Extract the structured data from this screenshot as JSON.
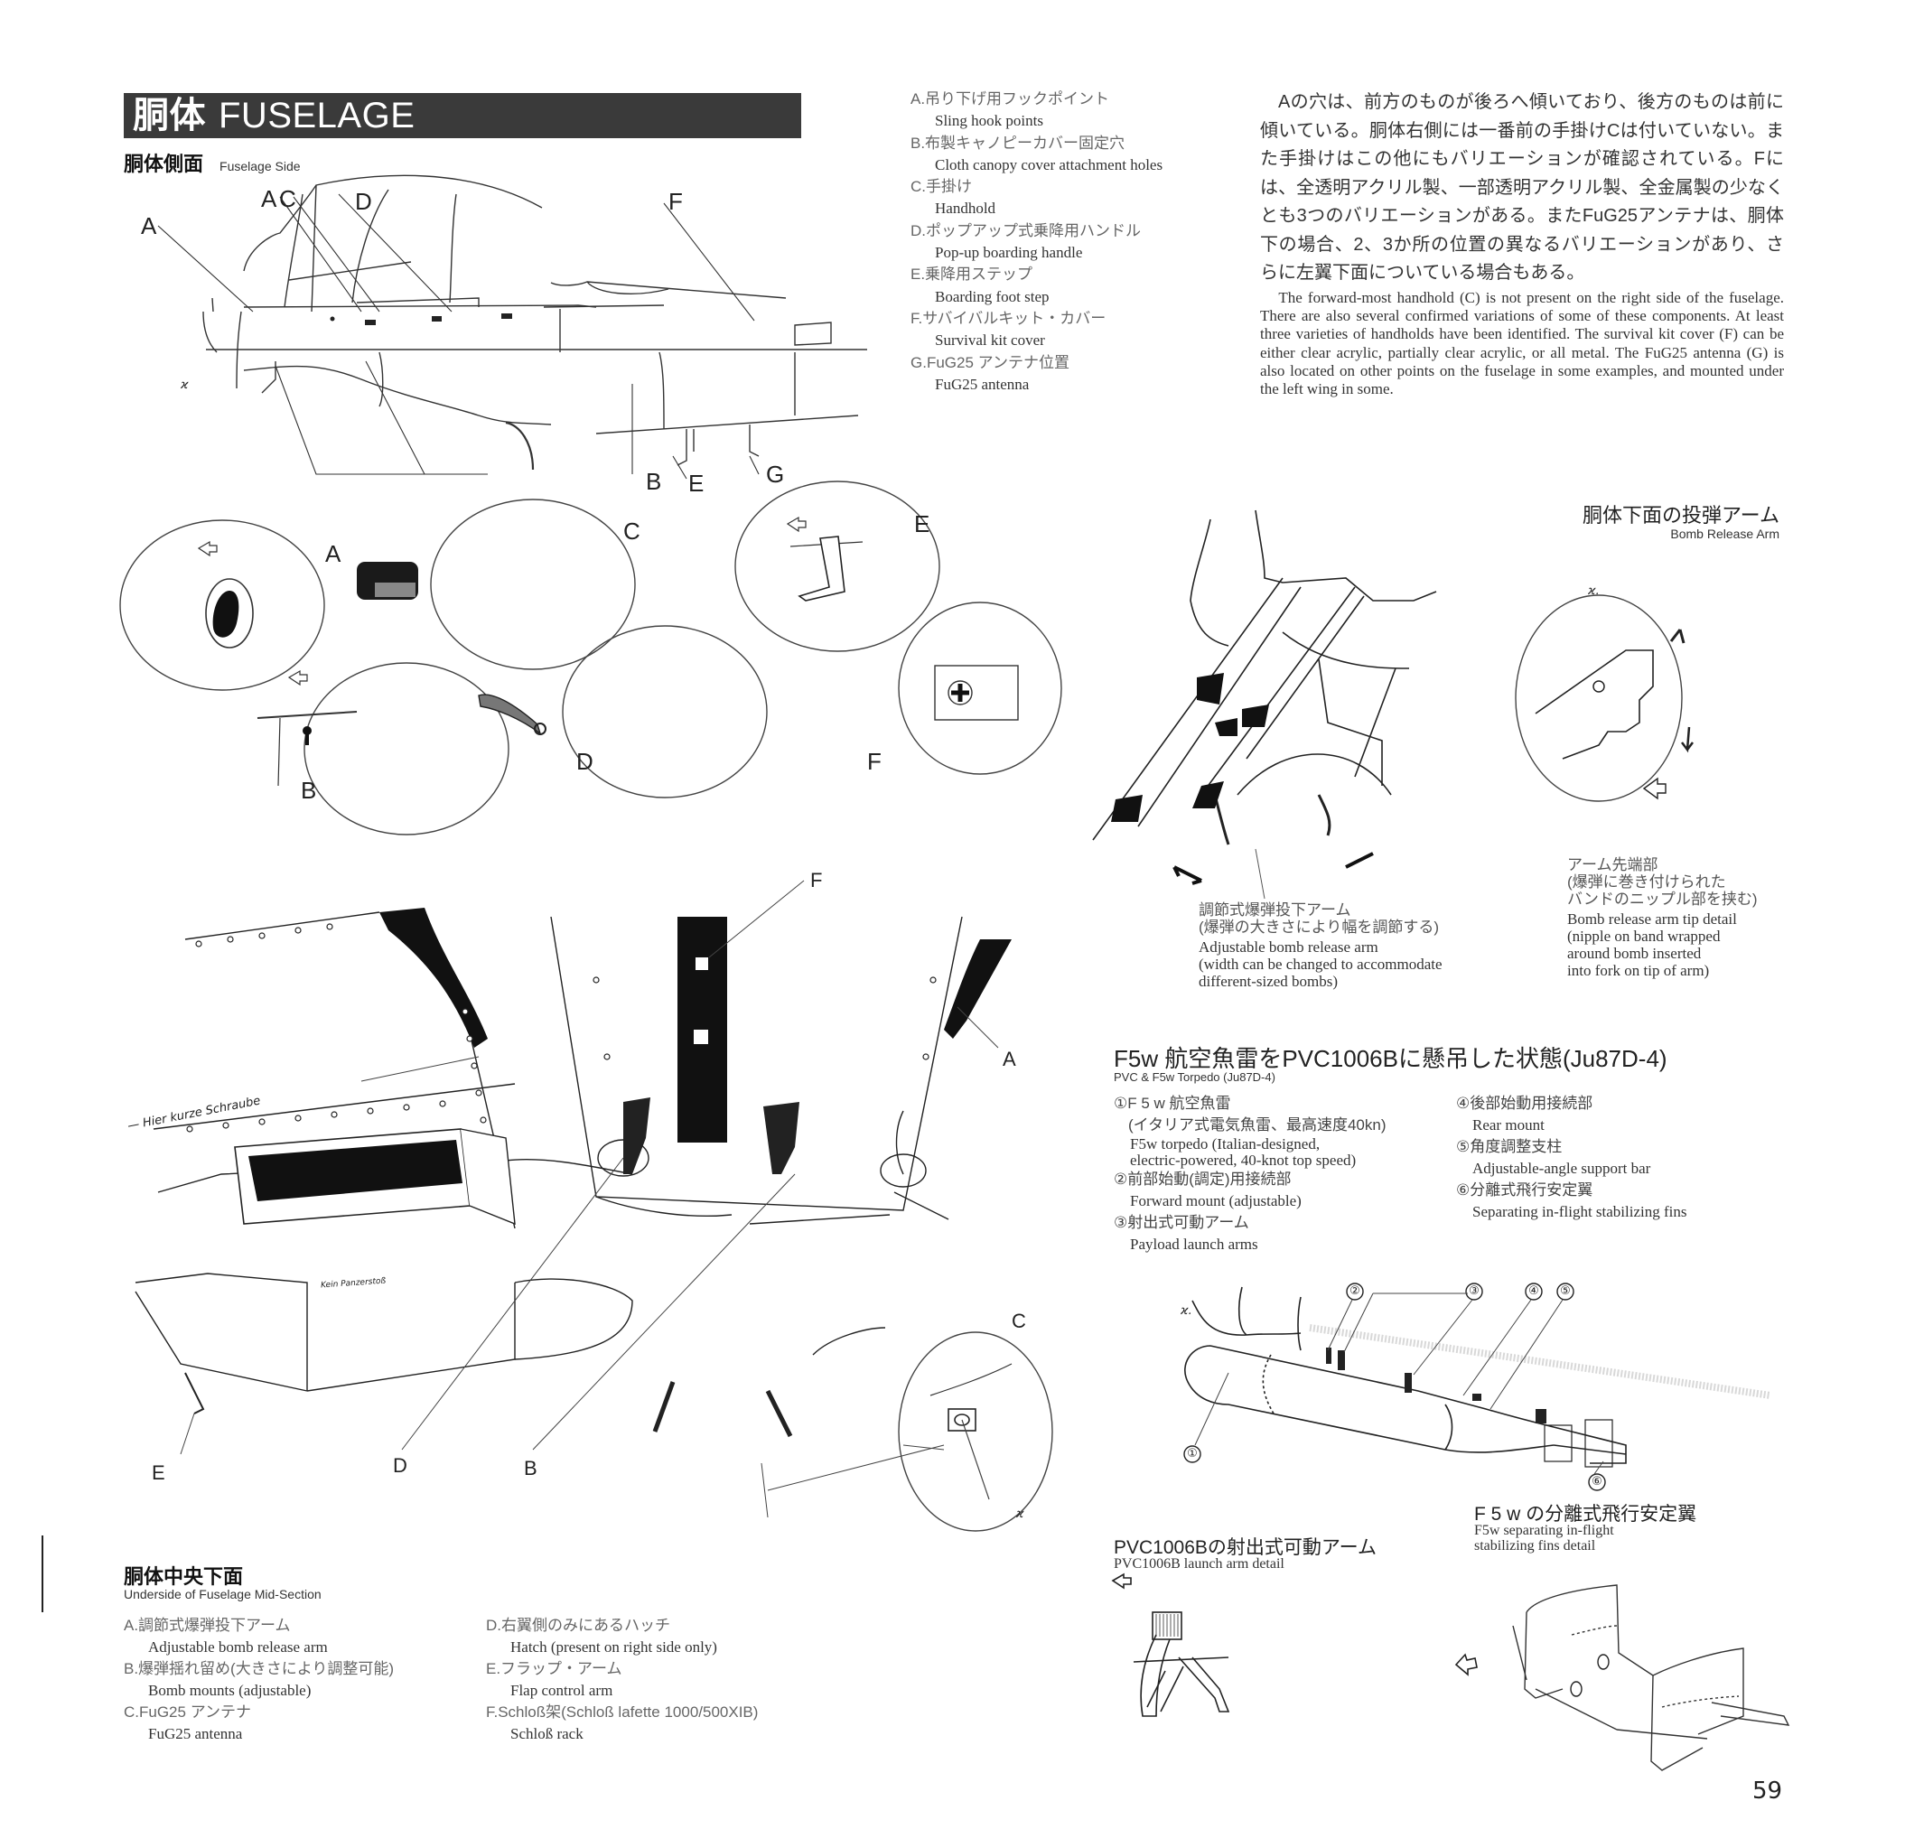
{
  "header": {
    "title_jp": "胴体",
    "title_en": "FUSELAGE"
  },
  "fuselage_side": {
    "heading_jp": "胴体側面",
    "heading_en": "Fuselage Side",
    "callouts": [
      "A",
      "A",
      "C",
      "D",
      "F",
      "B",
      "E",
      "G"
    ],
    "legend": [
      {
        "jp": "A.吊り下げ用フックポイント",
        "en": "Sling hook points"
      },
      {
        "jp": "B.布製キャノピーカバー固定穴",
        "en": "Cloth canopy cover attachment holes"
      },
      {
        "jp": "C.手掛け",
        "en": "Handhold"
      },
      {
        "jp": "D.ポップアップ式乗降用ハンドル",
        "en": "Pop-up boarding handle"
      },
      {
        "jp": "E.乗降用ステップ",
        "en": "Boarding foot step"
      },
      {
        "jp": "F.サバイバルキット・カバー",
        "en": "Survival kit cover"
      },
      {
        "jp": "G.FuG25 アンテナ位置",
        "en": "FuG25 antenna"
      }
    ],
    "detail_labels": [
      "A",
      "B",
      "C",
      "D",
      "E",
      "F"
    ]
  },
  "description": {
    "jp": "Aの穴は、前方のものが後ろへ傾いており、後方のものは前に傾いている。胴体右側には一番前の手掛けCは付いていない。また手掛けはこの他にもバリエーションが確認されている。Fには、全透明アクリル製、一部透明アクリル製、全金属製の少なくとも3つのバリエーションがある。またFuG25アンテナは、胴体下の場合、2、3か所の位置の異なるバリエーションがあり、さらに左翼下面についている場合もある。",
    "en": "The forward-most handhold (C) is not present on the right side of the fuselage. There are also several confirmed variations of some of these components. At least three varieties of handholds have been identified. The survival kit cover (F) can be either clear acrylic, partially clear acrylic, or all metal. The FuG25 antenna (G) is also located on other points on the fuselage in some examples, and mounted under the left wing in some."
  },
  "bomb_release_arm": {
    "heading_jp": "胴体下面の投弾アーム",
    "heading_en": "Bomb Release Arm",
    "caption_arm_jp": [
      "調節式爆弾投下アーム",
      "(爆弾の大きさにより幅を調節する)"
    ],
    "caption_arm_en": [
      "Adjustable bomb release arm",
      "(width can be changed to accommodate",
      "different-sized bombs)"
    ],
    "caption_tip_jp": [
      "アーム先端部",
      "(爆弾に巻き付けられた",
      "バンドのニップル部を挟む)"
    ],
    "caption_tip_en": [
      "Bomb release arm tip detail",
      "(nipple on band wrapped",
      "around bomb inserted",
      "into fork on tip of arm)"
    ]
  },
  "underside": {
    "handwritten_note": "— Hier kurze Schraube",
    "panel_note": "Kein Panzerstoß",
    "callouts": [
      "F",
      "A",
      "E",
      "D",
      "B",
      "C"
    ],
    "heading_jp": "胴体中央下面",
    "heading_en": "Underside of Fuselage Mid-Section",
    "legend_left": [
      {
        "jp": "A.調節式爆弾投下アーム",
        "en": "Adjustable bomb release arm"
      },
      {
        "jp": "B.爆弾揺れ留め(大きさにより調整可能)",
        "en": "Bomb mounts (adjustable)"
      },
      {
        "jp": "C.FuG25 アンテナ",
        "en": "FuG25 antenna"
      }
    ],
    "legend_right": [
      {
        "jp": "D.右翼側のみにあるハッチ",
        "en": "Hatch (present on right side only)"
      },
      {
        "jp": "E.フラップ・アーム",
        "en": "Flap control arm"
      },
      {
        "jp": "F.Schloß架(Schloß lafette 1000/500XIB)",
        "en": "Schloß rack"
      }
    ]
  },
  "torpedo": {
    "heading_jp": "F5w 航空魚雷をPVC1006Bに懸吊した状態(Ju87D-4)",
    "heading_en": "PVC & F5w Torpedo (Ju87D-4)",
    "items_left": [
      {
        "jp": "①F 5 w 航空魚雷",
        "jp2": "(イタリア式電気魚雷、最高速度40kn)",
        "en": [
          "F5w torpedo (Italian-designed,",
          "electric-powered, 40-knot top speed)"
        ]
      },
      {
        "jp": "②前部始動(調定)用接続部",
        "en": [
          "Forward mount (adjustable)"
        ]
      },
      {
        "jp": "③射出式可動アーム",
        "en": [
          "Payload launch arms"
        ]
      }
    ],
    "items_right": [
      {
        "jp": "④後部始動用接続部",
        "en": [
          "Rear mount"
        ]
      },
      {
        "jp": "⑤角度調整支柱",
        "en": [
          "Adjustable-angle support bar"
        ]
      },
      {
        "jp": "⑥分離式飛行安定翼",
        "en": [
          "Separating in-flight stabilizing fins"
        ]
      }
    ],
    "callouts": [
      "①",
      "②",
      "③",
      "④",
      "⑤",
      "⑥"
    ]
  },
  "launch_arm": {
    "heading_jp": "PVC1006Bの射出式可動アーム",
    "heading_en": "PVC1006B launch arm detail"
  },
  "fins": {
    "heading_jp": "F 5 w の分離式飛行安定翼",
    "heading_en": [
      "F5w separating in-flight",
      "stabilizing fins detail"
    ]
  },
  "page_number": "59"
}
